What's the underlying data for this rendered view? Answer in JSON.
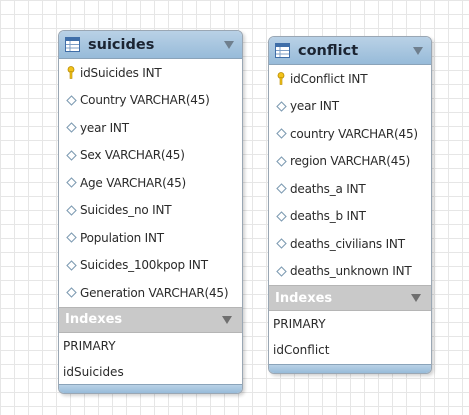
{
  "tables": [
    {
      "name": "suicides",
      "columns": [
        {
          "label": "idSuicides INT",
          "marker": "primary-key-icon"
        },
        {
          "label": "Country VARCHAR(45)",
          "marker": "column-diamond-icon"
        },
        {
          "label": "year INT",
          "marker": "column-diamond-icon"
        },
        {
          "label": "Sex VARCHAR(45)",
          "marker": "column-diamond-icon"
        },
        {
          "label": "Age VARCHAR(45)",
          "marker": "column-diamond-icon"
        },
        {
          "label": "Suicides_no INT",
          "marker": "column-diamond-icon"
        },
        {
          "label": "Population INT",
          "marker": "column-diamond-icon"
        },
        {
          "label": "Suicides_100kpop INT",
          "marker": "column-diamond-icon"
        },
        {
          "label": "Generation VARCHAR(45)",
          "marker": "column-diamond-icon"
        }
      ],
      "indexes_label": "Indexes",
      "indexes": [
        "PRIMARY",
        "idSuicides"
      ]
    },
    {
      "name": "conflict",
      "columns": [
        {
          "label": "idConflict INT",
          "marker": "primary-key-icon"
        },
        {
          "label": "year INT",
          "marker": "column-diamond-icon"
        },
        {
          "label": "country VARCHAR(45)",
          "marker": "column-diamond-icon"
        },
        {
          "label": "region VARCHAR(45)",
          "marker": "column-diamond-icon"
        },
        {
          "label": "deaths_a INT",
          "marker": "column-diamond-icon"
        },
        {
          "label": "deaths_b INT",
          "marker": "column-diamond-icon"
        },
        {
          "label": "deaths_civilians INT",
          "marker": "column-diamond-icon"
        },
        {
          "label": "deaths_unknown INT",
          "marker": "column-diamond-icon"
        }
      ],
      "indexes_label": "Indexes",
      "indexes": [
        "PRIMARY",
        "idConflict"
      ]
    }
  ],
  "colors": {
    "header": "#a8c6df",
    "indexes_header": "#c9c9c9",
    "key": "#f2c21b",
    "diamond": "#7f9cb3"
  }
}
